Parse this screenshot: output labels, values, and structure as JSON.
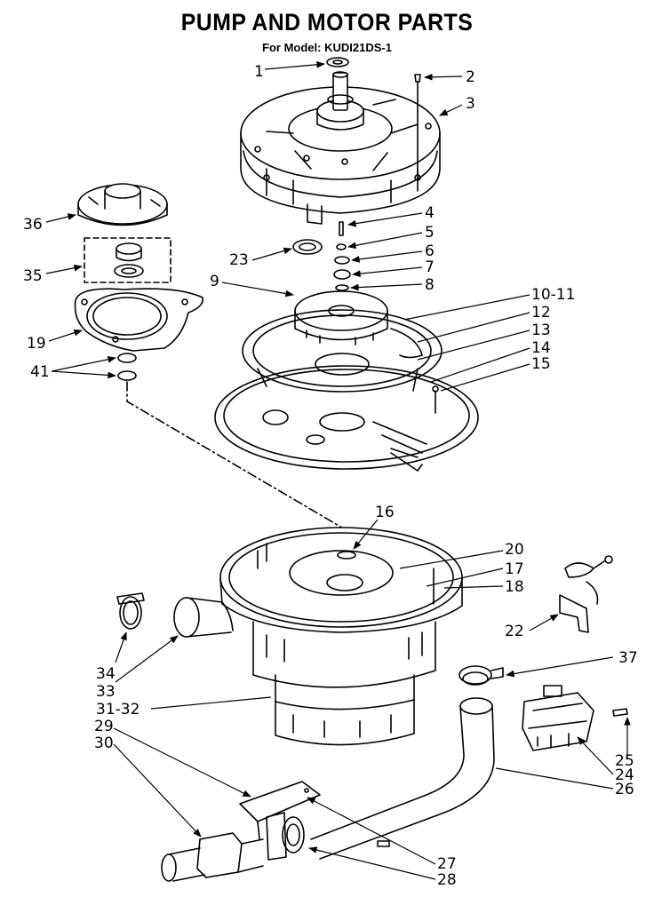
{
  "title": "PUMP AND MOTOR PARTS",
  "subtitle": "For Model: KUDI21DS-1",
  "callouts": [
    {
      "id": "c1",
      "label": "1"
    },
    {
      "id": "c2",
      "label": "2"
    },
    {
      "id": "c3",
      "label": "3"
    },
    {
      "id": "c4",
      "label": "4"
    },
    {
      "id": "c5",
      "label": "5"
    },
    {
      "id": "c6",
      "label": "6"
    },
    {
      "id": "c7",
      "label": "7"
    },
    {
      "id": "c8",
      "label": "8"
    },
    {
      "id": "c9",
      "label": "9"
    },
    {
      "id": "c10",
      "label": "10-11"
    },
    {
      "id": "c12",
      "label": "12"
    },
    {
      "id": "c13",
      "label": "13"
    },
    {
      "id": "c14",
      "label": "14"
    },
    {
      "id": "c15",
      "label": "15"
    },
    {
      "id": "c16",
      "label": "16"
    },
    {
      "id": "c17",
      "label": "17"
    },
    {
      "id": "c18",
      "label": "18"
    },
    {
      "id": "c19",
      "label": "19"
    },
    {
      "id": "c20",
      "label": "20"
    },
    {
      "id": "c22",
      "label": "22"
    },
    {
      "id": "c23",
      "label": "23"
    },
    {
      "id": "c24",
      "label": "24"
    },
    {
      "id": "c25",
      "label": "25"
    },
    {
      "id": "c26",
      "label": "26"
    },
    {
      "id": "c27",
      "label": "27"
    },
    {
      "id": "c28",
      "label": "28"
    },
    {
      "id": "c29",
      "label": "29"
    },
    {
      "id": "c30",
      "label": "30"
    },
    {
      "id": "c31",
      "label": "31-32"
    },
    {
      "id": "c33",
      "label": "33"
    },
    {
      "id": "c34",
      "label": "34"
    },
    {
      "id": "c35",
      "label": "35"
    },
    {
      "id": "c36",
      "label": "36"
    },
    {
      "id": "c37",
      "label": "37"
    },
    {
      "id": "c41",
      "label": "41"
    }
  ]
}
